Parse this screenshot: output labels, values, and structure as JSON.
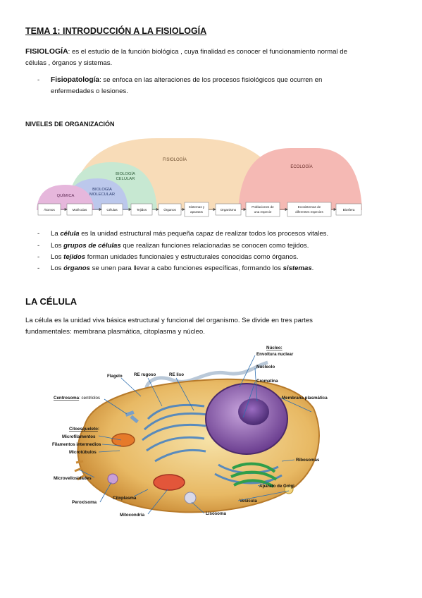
{
  "heading": "TEMA 1: INTRODUCCIÓN A LA FISIOLOGÍA",
  "def": {
    "term": "FISIOLOGÍA",
    "text_line1": ": es el estudio de la función biológica , cuya finalidad es conocer el funcionamiento normal de",
    "text_line2": "células , órganos y sistemas."
  },
  "sub": {
    "term": "Fisiopatología",
    "text_line1": ": se enfoca en las alteraciones de los procesos fisiológicos que ocurren en",
    "text_line2": "enfermedades o lesiones."
  },
  "levels_heading": "NIVELES DE ORGANIZACIÓN",
  "diagram": {
    "arcs": [
      "FISIOLOGÍA",
      "ECOLOGÍA",
      "BIOLOGÍA CELULAR",
      "BIOLOGÍA MOLECULAR",
      "QUÍMICA"
    ],
    "arc_lines": {
      "bio_cel": [
        "BIOLOGÍA",
        "CELULAR"
      ],
      "bio_mol": [
        "BIOLOGÍA",
        "MOLECULAR"
      ]
    },
    "boxes": [
      "Átomos",
      "Moléculas",
      "Células",
      "Tejidos",
      "Órganos",
      "Sistemas y aparatos",
      "Organismo",
      "Poblaciones de una especie",
      "Ecosistemas de diferentes especies",
      "Biosfera"
    ],
    "box_lines": {
      "sistemas": [
        "Sistemas y",
        "aparatos"
      ],
      "poblaciones": [
        "Poblaciones de",
        "una especie"
      ],
      "ecosistemas": [
        "Ecosistemas de",
        "diferentes especies"
      ]
    },
    "colors": {
      "fisiologia": "#f8dcb8",
      "ecologia": "#f5b9b4",
      "bio_celular": "#c7e8d2",
      "bio_molecular": "#bcc8ec",
      "quimica": "#e6b7dc"
    }
  },
  "bullets2": [
    {
      "pre": "La ",
      "em": "célula",
      "post": " es la unidad estructural más pequeña capaz de realizar todos los procesos vitales."
    },
    {
      "pre": "Los ",
      "em": "grupos de células",
      "post": " que realizan funciones relacionadas se conocen como tejidos."
    },
    {
      "pre": "Los ",
      "em": "tejidos",
      "post": " forman unidades funcionales y estructurales conocidas como órganos."
    },
    {
      "pre": "Los ",
      "em": "órganos",
      "post": " se unen para llevar a cabo funciones específicas, formando los ",
      "em2": "sistemas",
      "post2": "."
    }
  ],
  "cell_heading": "LA CÉLULA",
  "cell_text_line1": "La célula es la unidad viva básica estructural y funcional del organismo.  Se divide en tres partes",
  "cell_text_line2": "fundamentales: membrana plasmática, citoplasma y núcleo.",
  "cell_labels": {
    "nucleo": "Núcleo:",
    "envoltura": "Envoltura nuclear",
    "nucleolo": "Nucleolo",
    "cromatina": "Cromatina",
    "membrana": "Membrana plasmática",
    "flagelo": "Flagelo",
    "re_rugoso": "RE rugoso",
    "re_liso": "RE liso",
    "centrosoma": "Centrosoma",
    "centriolos": ": centriolos",
    "citoesqueleto": "Citoesqueleto",
    "colon": ":",
    "microfilamentos": "Microfilamentos",
    "filamentos": "Filamentos intermedios",
    "microtubulos": "Microtúbulos",
    "ribosomas": "Ribosomas",
    "microvellosidades": "Microvellosidades",
    "golgi": "Aparato de Golgi",
    "citoplasma": "Citoplasma",
    "peroxisoma": "Peroxisoma",
    "vesicula": "Vesícula",
    "mitocondria": "Mitocondria",
    "lisosoma": "Lisosoma"
  }
}
